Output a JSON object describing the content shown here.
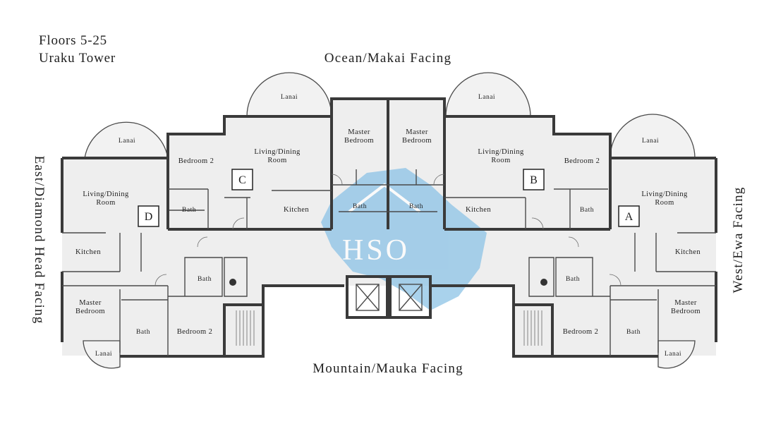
{
  "headings": {
    "floors": "Floors 5-25",
    "tower": "Uraku Tower"
  },
  "orientation": {
    "top": "Ocean/Makai Facing",
    "bottom": "Mountain/Mauka Facing",
    "left": "East/Diamond Head Facing",
    "right": "West/Ewa Facing"
  },
  "watermark": "HSO",
  "colors": {
    "watermark": "#8cc3e6",
    "walls": "#3a3a3a",
    "floor": "#eeeeee"
  },
  "units": {
    "A": {
      "label": "A",
      "lanai_top": "Lanai",
      "living": [
        "Living/Dining",
        "Room"
      ],
      "bedroom2": "Bedroom 2",
      "bath1": "Bath",
      "kitchen": "Kitchen",
      "master": [
        "Master",
        "Bedroom"
      ],
      "bath2": "Bath",
      "bath3": "Bath",
      "bedroom2b": "Bedroom 2",
      "lanai_bottom": "Lanai"
    },
    "B": {
      "label": "B",
      "lanai": "Lanai",
      "living": [
        "Living/Dining",
        "Room"
      ],
      "master": [
        "Master",
        "Bedroom"
      ],
      "bath": "Bath",
      "kitchen": "Kitchen"
    },
    "C": {
      "label": "C",
      "lanai": "Lanai",
      "living": [
        "Living/Dining",
        "Room"
      ],
      "master": [
        "Master",
        "Bedroom"
      ],
      "bath": "Bath",
      "kitchen": "Kitchen"
    },
    "D": {
      "label": "D",
      "lanai_top": "Lanai",
      "living": [
        "Living/Dining",
        "Room"
      ],
      "bedroom2": "Bedroom 2",
      "bath1": "Bath",
      "kitchen": "Kitchen",
      "master": [
        "Master",
        "Bedroom"
      ],
      "bath2": "Bath",
      "bath3": "Bath",
      "bedroom2b": "Bedroom 2",
      "lanai_bottom": "Lanai"
    }
  }
}
